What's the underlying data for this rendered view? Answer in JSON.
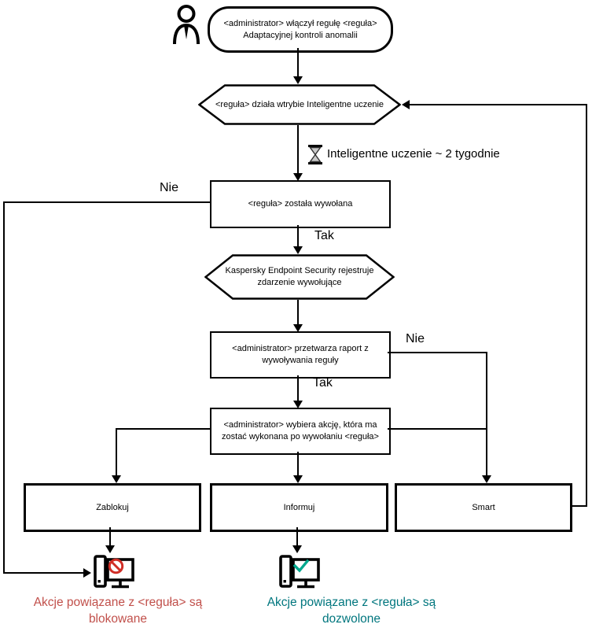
{
  "nodes": {
    "start": {
      "line1": "<administrator> włączył regułę <reguła>",
      "line2": "Adaptacyjnej kontroli anomalii"
    },
    "rule_mode": {
      "label": "<reguła> działa wtrybie Inteligentne uczenie"
    },
    "learning_note": {
      "label": "Inteligentne uczenie ~ 2 tygodnie"
    },
    "rule_triggered": {
      "label": "<reguła> została wywołana"
    },
    "kes_registers": {
      "line1": "Kaspersky Endpoint Security rejestruje",
      "line2": "zdarzenie wywołujące"
    },
    "admin_report": {
      "line1": "<administrator> przetwarza raport z",
      "line2": "wywoływania reguły"
    },
    "admin_action": {
      "line1": "<administrator> wybiera akcję, która ma",
      "line2": "zostać wykonana po wywołaniu <reguła>"
    },
    "action_block": {
      "label": "Zablokuj"
    },
    "action_inform": {
      "label": "Informuj"
    },
    "action_smart": {
      "label": "Smart"
    }
  },
  "edge_labels": {
    "no1": "Nie",
    "yes1": "Tak",
    "no2": "Nie",
    "yes2": "Tak"
  },
  "captions": {
    "blocked": {
      "line1": "Akcje powiązane z <reguła> są",
      "line2": "blokowane",
      "color": "#c1504b"
    },
    "allowed": {
      "line1": "Akcje powiązane z <reguła> są",
      "line2": "dozwolone",
      "color": "#00767e"
    }
  },
  "icons": {
    "actor": "person-icon",
    "wait": "hourglass-icon",
    "blocked_status": "prohibition-icon",
    "allowed_status": "check-icon"
  },
  "colors": {
    "line": "#000000",
    "prohibition": "#d02e26",
    "check": "#00a88e"
  }
}
